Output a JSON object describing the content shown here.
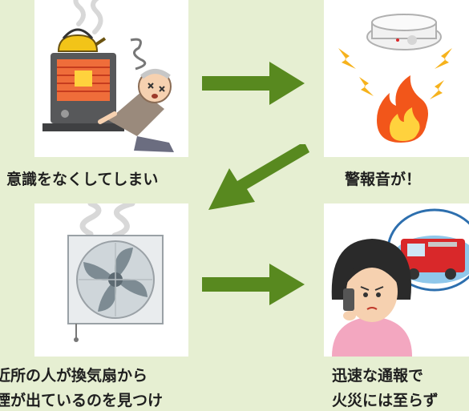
{
  "steps": [
    {
      "caption": "意識をなくしてしまい"
    },
    {
      "caption": "警報音が！"
    },
    {
      "caption_lines": [
        "近所の人が換気扇から",
        "煙が出ているのを見つけ"
      ]
    },
    {
      "caption_lines": [
        "迅速な通報で",
        "火災には至らず"
      ]
    }
  ],
  "colors": {
    "background": "#e6efd2",
    "panel": "#ffffff",
    "arrow": "#58891f",
    "fire": "#f2561a",
    "fire_inner": "#ffd23d",
    "alert": "#f6b21c",
    "truck": "#d9282a"
  },
  "icons": [
    "heater-icon",
    "kettle-icon",
    "fallen-person-icon",
    "smoke-alarm-icon",
    "fire-icon",
    "exhaust-fan-icon",
    "phone-caller-icon",
    "fire-truck-icon"
  ]
}
